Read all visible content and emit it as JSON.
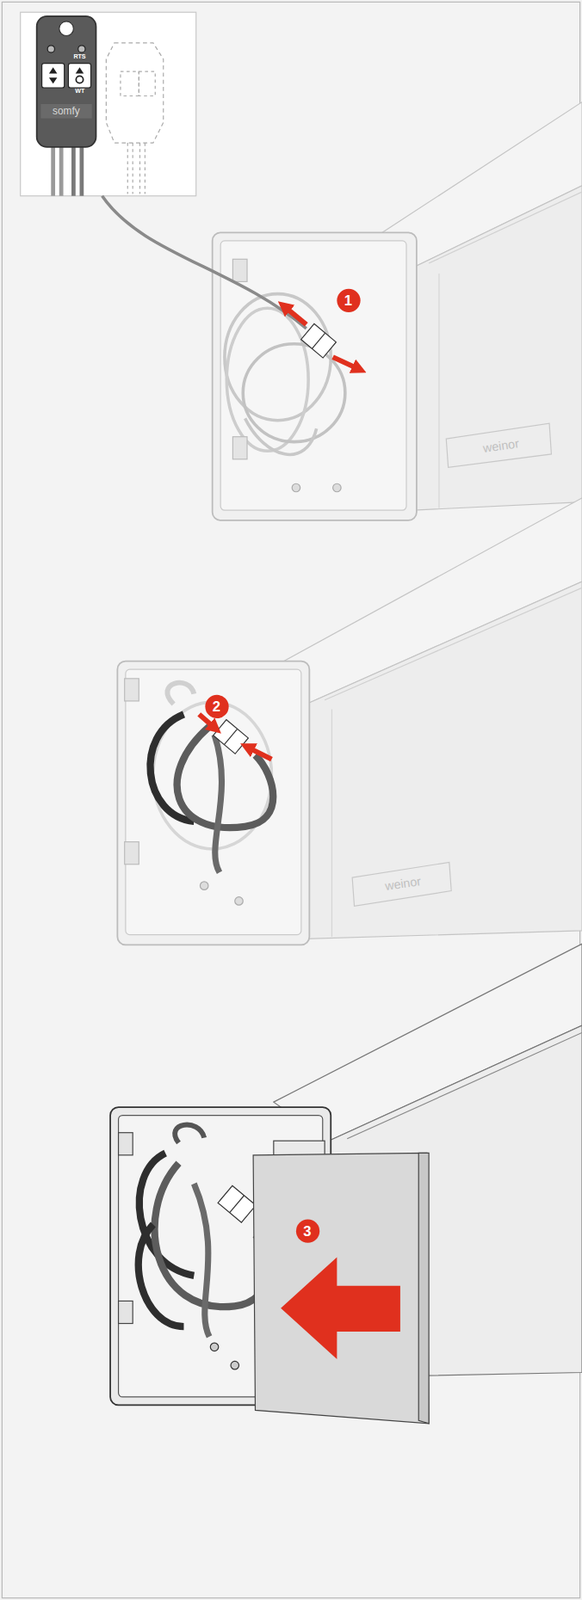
{
  "diagram": {
    "labels": [
      "RTS",
      "WT",
      "somfy",
      "1",
      "weinor",
      "2",
      "weinor",
      "3"
    ]
  }
}
